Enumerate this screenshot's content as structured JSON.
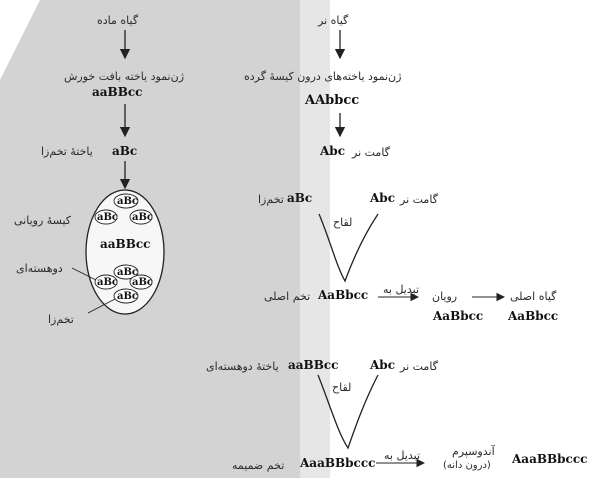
{
  "female": {
    "plant": "گیاه ماده",
    "endosperm_tissue_genotype": "ژن‌نمود یاخته بافت خورش",
    "genotype": "aaBBcc",
    "egg_genotype": "aBc",
    "egg_label": "یاختهٔ تخم‌زا",
    "embryo_sac_label": "کیسهٔ رویانی",
    "sac_genotype": "aaBBcc",
    "binucleate_label": "دوهسته‌ای",
    "egg_pointer_label": "تخم‌زا",
    "cell_labels": [
      "aBc",
      "aBc",
      "aBc",
      "aBc",
      "aBc",
      "aBc",
      "aBc"
    ]
  },
  "male": {
    "plant": "گیاه نر",
    "pollen_genotype_label": "ژن‌نمود یاخته‌های درون کیسهٔ گرده",
    "genotype": "AAbbcc",
    "gamete_genotype": "Abc",
    "gamete_label": "گامت نر"
  },
  "fertilization1": {
    "gamete_genotype": "Abc",
    "gamete_label": "گامت نر",
    "egg_genotype": "aBc",
    "egg_label": "تخم‌زا",
    "fertilization_label": "لقاح",
    "zygote_genotype": "AaBbcc",
    "zygote_label": "تخم اصلی",
    "converts_label": "تبدیل به",
    "embryo_label": "رویان",
    "embryo_genotype": "AaBbcc",
    "plant_label": "گیاه اصلی",
    "plant_genotype": "AaBbcc"
  },
  "fertilization2": {
    "gamete_genotype": "Abc",
    "gamete_label": "گامت نر",
    "central_genotype": "aaBBcc",
    "central_label": "یاختهٔ دوهسته‌ای",
    "fertilization_label": "لقاح",
    "zygote_genotype": "AaaBBbccc",
    "zygote_label": "تخم ضمیمه",
    "converts_label": "تبدیل به",
    "endosperm_label": "آندوسپرم",
    "endosperm_note": "(درون دانه)",
    "endosperm_genotype": "AaaBBbccc"
  },
  "colors": {
    "background_band": "#d3d3d3",
    "line": "#222222"
  }
}
